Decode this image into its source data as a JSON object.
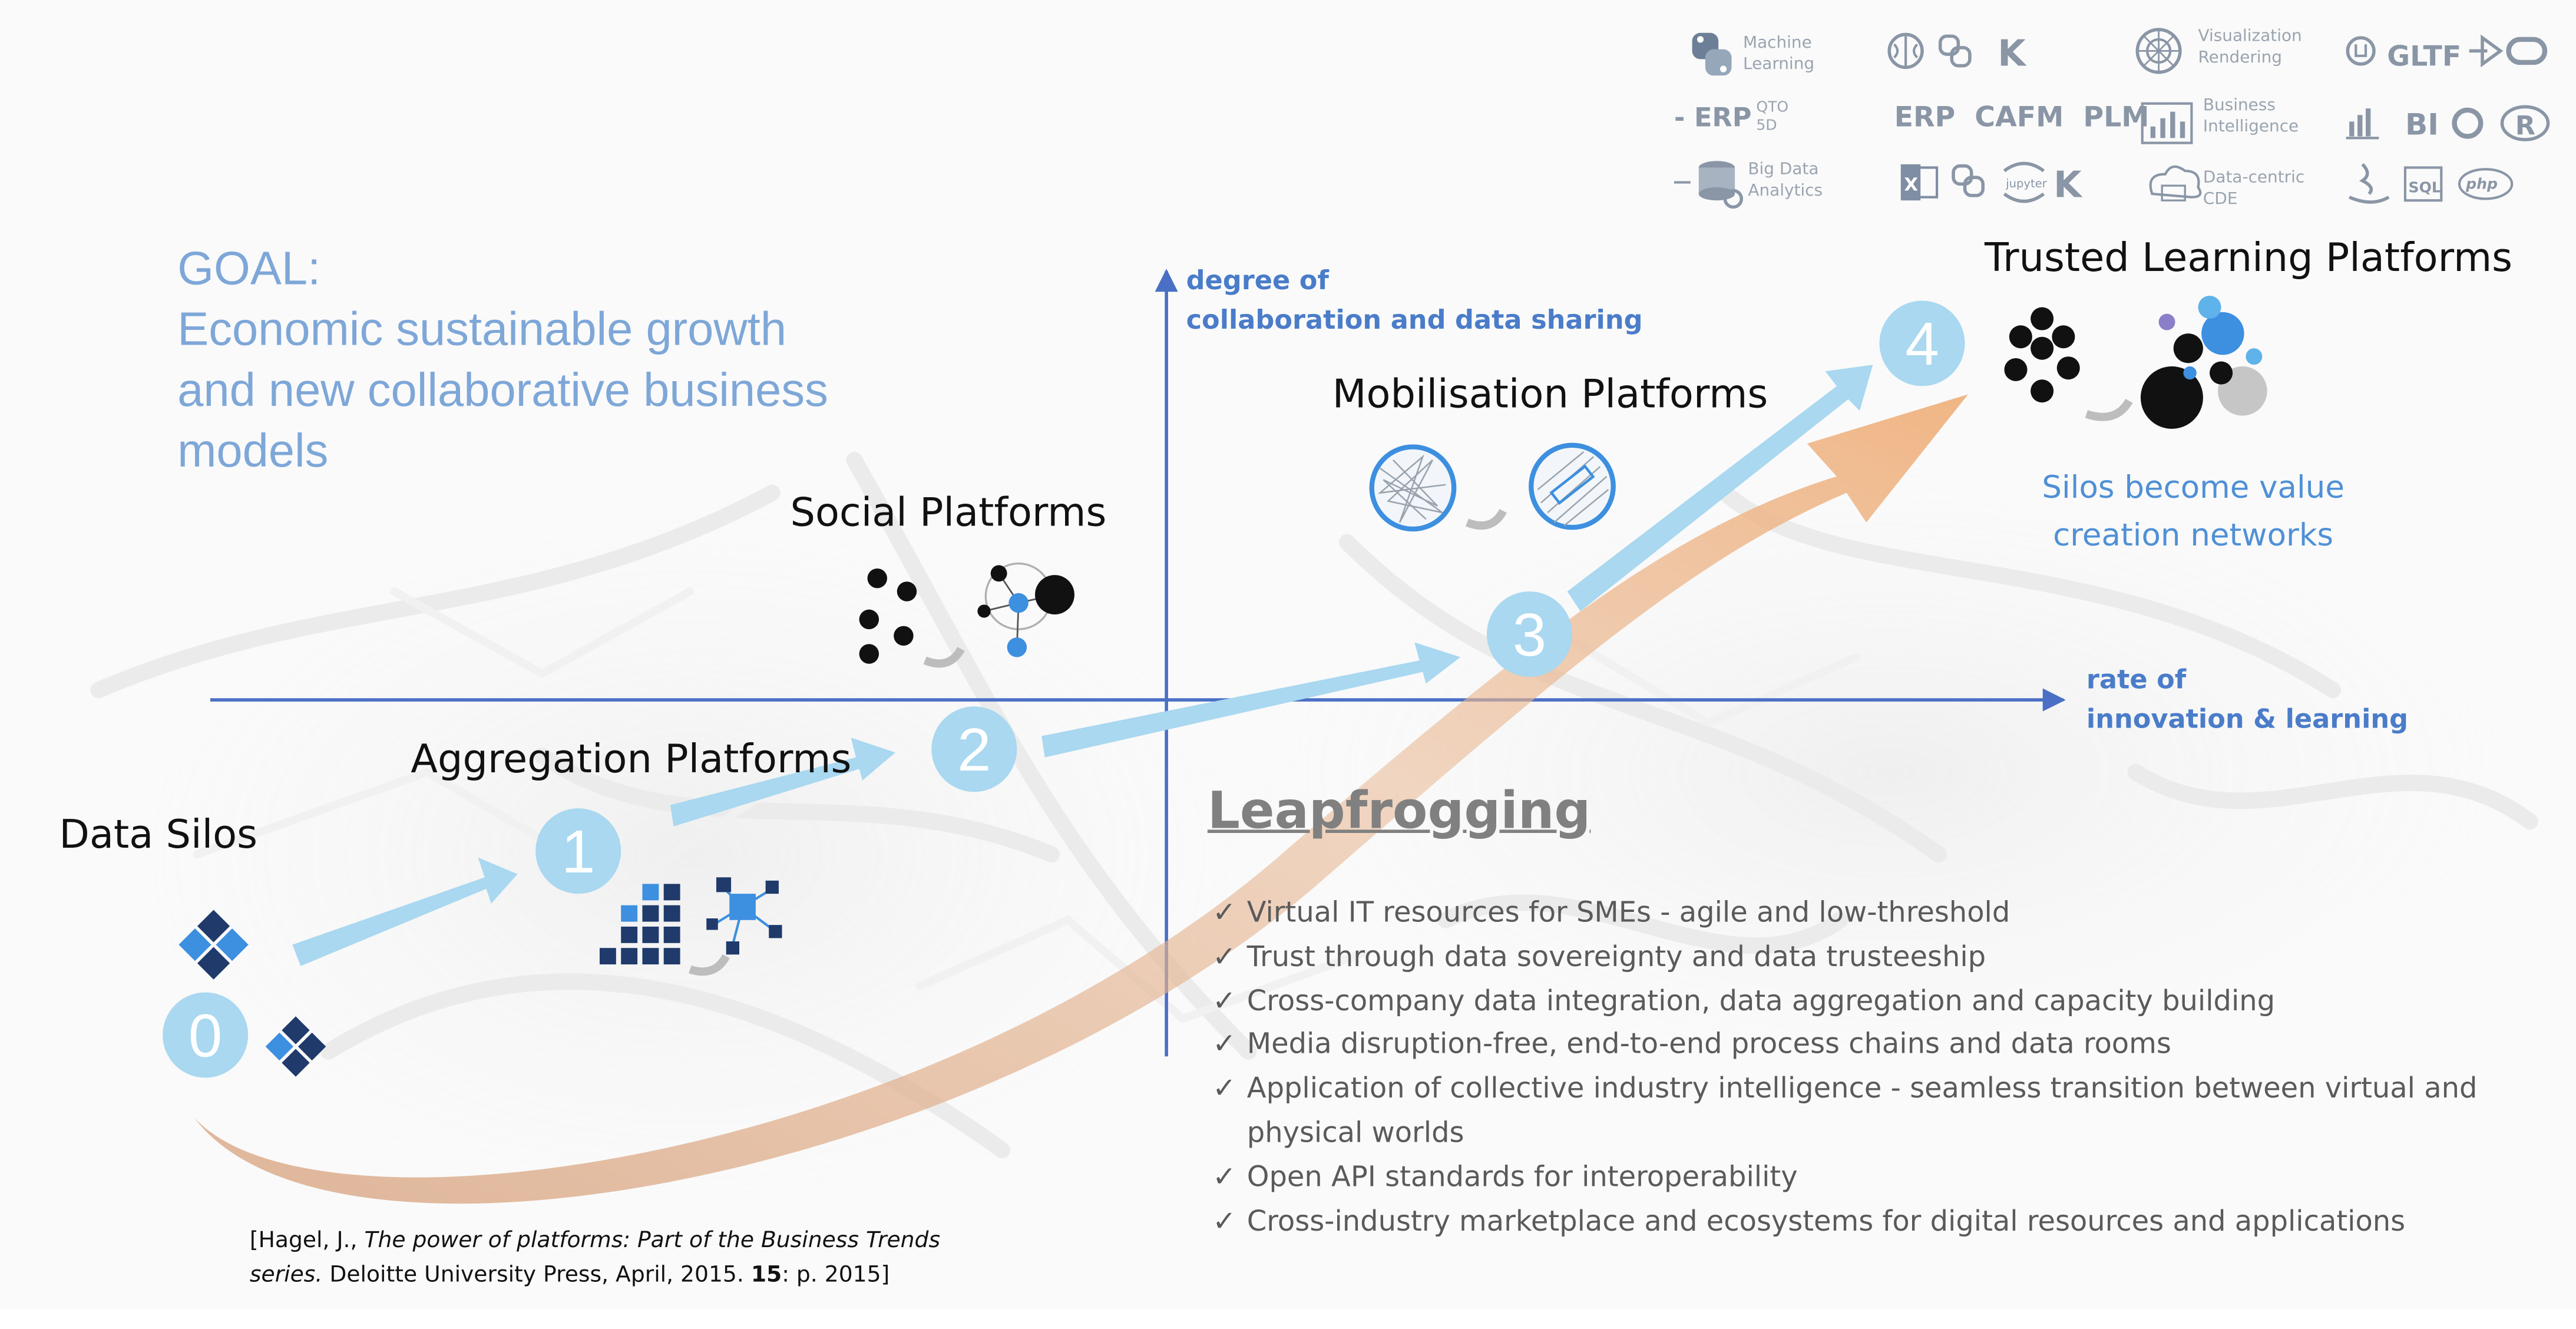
{
  "goal": {
    "heading": "GOAL:",
    "lines": [
      "Economic sustainable growth",
      "and new collaborative business",
      "models"
    ]
  },
  "axes": {
    "y_label_line1": "degree of",
    "y_label_line2": "collaboration and data sharing",
    "x_label_line1": "rate of",
    "x_label_line2": "innovation & learning"
  },
  "stages": [
    {
      "number": "0",
      "title": "Data Silos"
    },
    {
      "number": "1",
      "title": "Aggregation Platforms"
    },
    {
      "number": "2",
      "title": "Social Platforms"
    },
    {
      "number": "3",
      "title": "Mobilisation Platforms"
    },
    {
      "number": "4",
      "title": "Trusted Learning Platforms"
    }
  ],
  "trusted_subtitle": [
    "Silos become value",
    "creation networks"
  ],
  "leapfrogging": {
    "title": "Leapfrogging",
    "items": [
      "Virtual IT resources for SMEs - agile and low-threshold",
      "Trust through data sovereignty and data trusteeship",
      "Cross-company data integration, data aggregation and capacity building",
      "Media disruption-free, end-to-end process chains and data rooms",
      "Application of collective industry intelligence - seamless transition between virtual and physical worlds",
      "Open API standards for interoperability",
      "Cross-industry marketplace and ecosystems for digital resources and applications"
    ]
  },
  "citation": {
    "pre": "[Hagel, J., ",
    "title_line1": "The power of platforms: Part of the Business Trends",
    "title_line2": "series.",
    "post1": " Deloitte University Press, April, 2015. ",
    "volume": "15",
    "post2": ": p. 2015]"
  },
  "tools": {
    "ml": [
      "Machine",
      "Learning"
    ],
    "erp_prefix": "- ERP",
    "qto": [
      "QTO",
      "5D"
    ],
    "bigdata": [
      "Big Data",
      "Analytics"
    ],
    "k1": "K",
    "erp_row": "ERP  CAFM  PLM",
    "k2": "K",
    "jupyter": "jupyter",
    "viz": [
      "Visualization",
      "Rendering"
    ],
    "bi_lbl": [
      "Business",
      "Intelligence"
    ],
    "cde": [
      "Data-centric",
      "CDE"
    ],
    "gltf": "GLTF",
    "bi": "BI",
    "sql": "SQL",
    "php": "php",
    "r": "R",
    "xl": "X"
  },
  "colors": {
    "arrow": "#a9d8f0",
    "circle": "#a9d8f0",
    "leap_arrow": "#e5b28b",
    "axis": "#4a6fc4",
    "goal": "#7ea7d8",
    "dark": "#1f2a3a",
    "navy": "#1f3a6b",
    "blue": "#3d8fe0"
  }
}
